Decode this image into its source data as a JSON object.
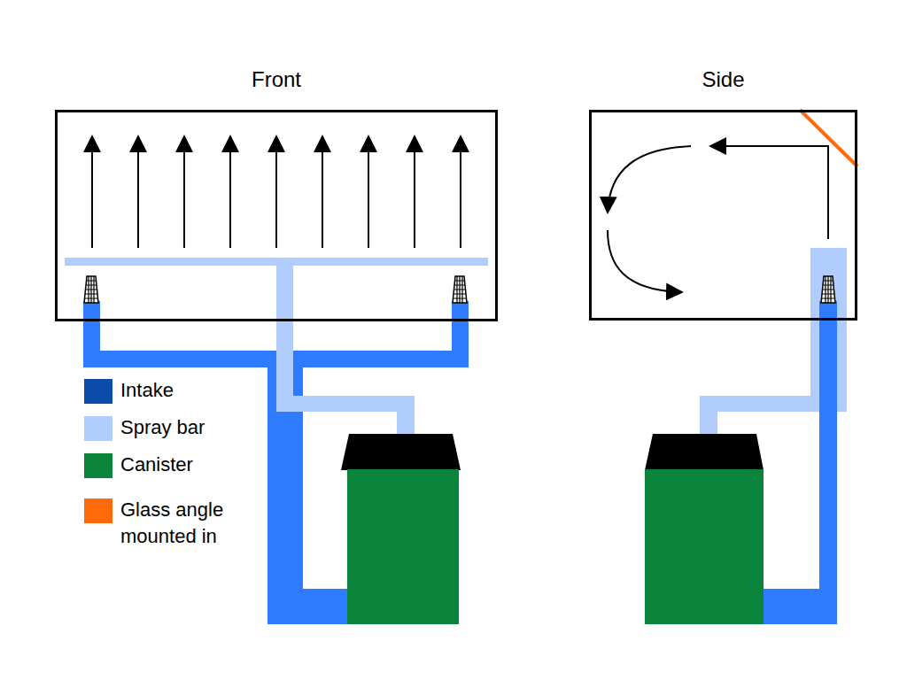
{
  "diagram": {
    "nodes": [
      {
        "text": [
          "Front"
        ]
      },
      {
        "text": [
          "Side"
        ]
      }
    ],
    "legend": [
      {
        "text": "Intake",
        "color": "#0b4cab"
      },
      {
        "text": "Spray bar",
        "color": "#b0cdfd"
      },
      {
        "text": "Canister",
        "color": "#0a843b"
      },
      {
        "text": "Glass angle mounted in",
        "color": "#ff6a0a"
      }
    ]
  }
}
